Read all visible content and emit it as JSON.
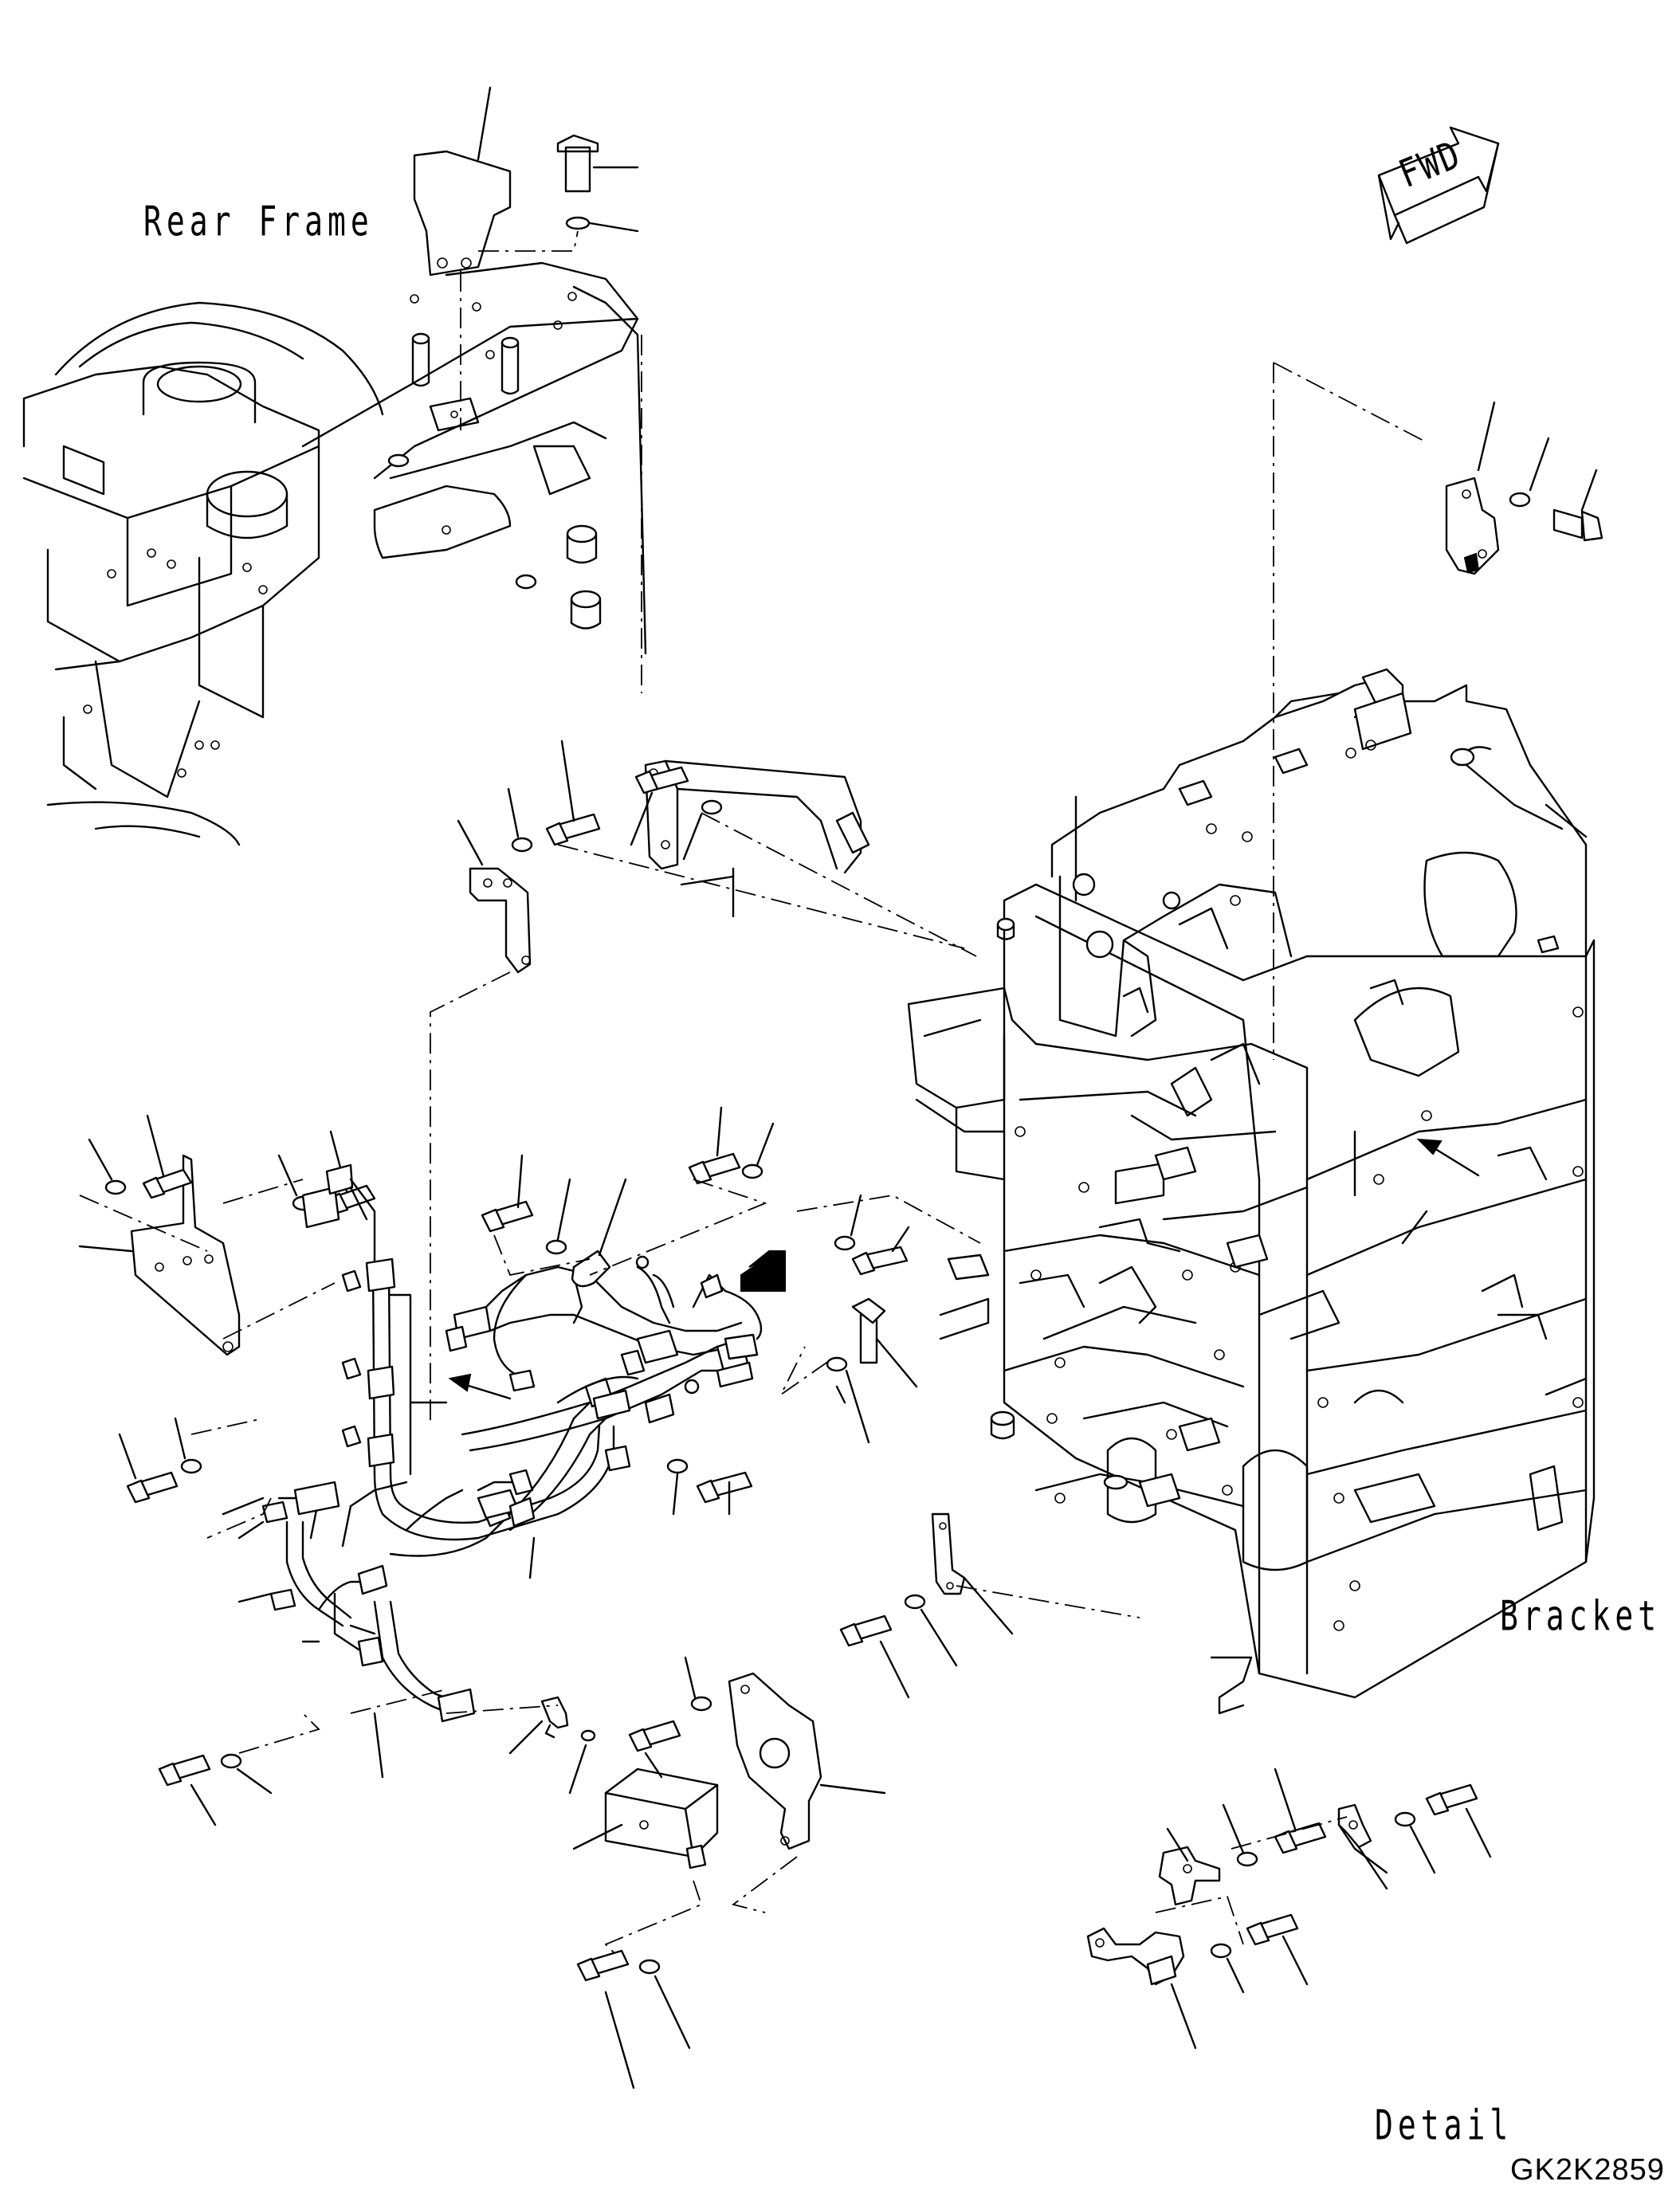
{
  "labels": {
    "rear_frame": "Rear Frame",
    "bracket": "Bracket",
    "detail": "Detail",
    "fwd": "FWD",
    "drawing_code": "GK2K2859"
  },
  "colors": {
    "ink": "#000000",
    "paper": "#ffffff"
  }
}
